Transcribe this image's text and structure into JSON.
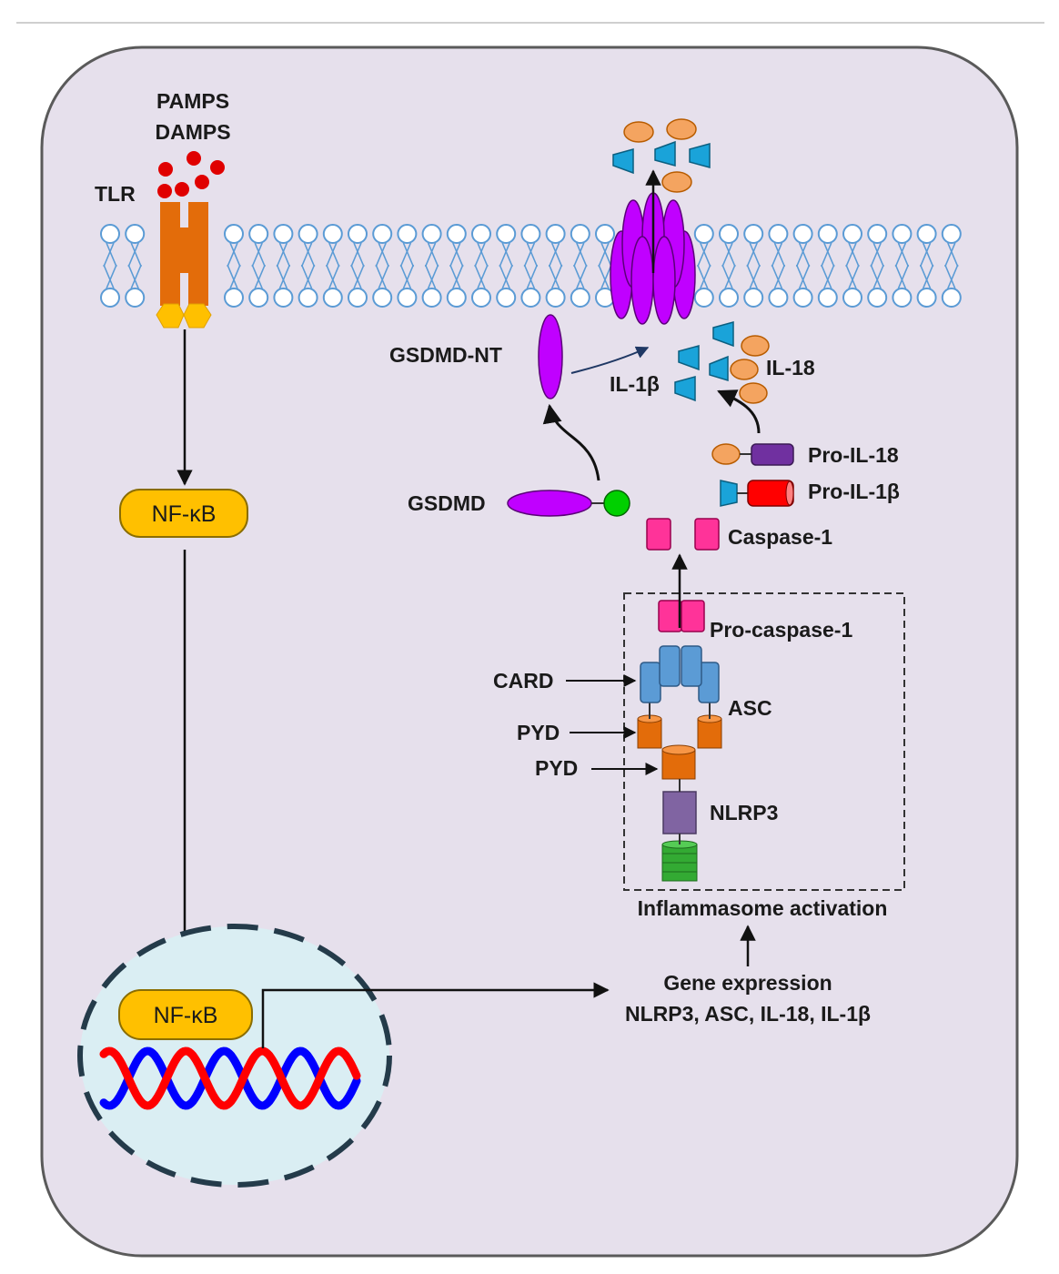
{
  "labels": {
    "pamps": "PAMPS",
    "damps": "DAMPS",
    "tlr": "TLR",
    "nfkb_cytoplasm": "NF-κB",
    "nfkb_nucleus": "NF-κB",
    "gsdmd_nt": "GSDMD-NT",
    "gsdmd": "GSDMD",
    "il1b": "IL-1β",
    "il18": "IL-18",
    "pro_il18": "Pro-IL-18",
    "pro_il1b": "Pro-IL-1β",
    "caspase1": "Caspase-1",
    "pro_caspase1": "Pro-caspase-1",
    "card": "CARD",
    "asc": "ASC",
    "pyd_asc": "PYD",
    "pyd_nlrp3": "PYD",
    "nlrp3": "NLRP3",
    "inflammasome_activation": "Inflammasome activation",
    "gene_expression": "Gene expression",
    "gene_list": "NLRP3, ASC, IL-18, IL-1β"
  },
  "colors": {
    "cell_fill": "#e6e0ec",
    "cell_stroke": "#5a5a5a",
    "membrane": "#5b9bd5",
    "tlr": "#e36c0a",
    "tlr_base": "#ffc000",
    "nfkb_fill": "#ffc000",
    "nucleus_fill": "#daeef3",
    "nucleus_stroke": "#243b4a",
    "pamp_dot": "#e00000",
    "gsdmd": "#c000ff",
    "gsdmd_domain": "#00d000",
    "il1b": "#1aa3d9",
    "il18": "#f4a460",
    "pro_il18_body": "#7030a0",
    "pro_il1b_body": "#ff0000",
    "caspase": "#ff3399",
    "card": "#5b9bd5",
    "pyd": "#e36c0a",
    "nlrp3": "#8064a2",
    "lrr": "#33aa33",
    "dna_red": "#ff0000",
    "dna_blue": "#0000ff"
  }
}
